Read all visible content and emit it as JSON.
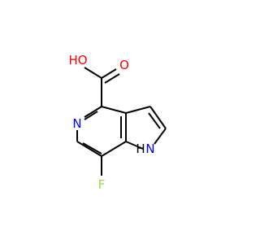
{
  "molecule": {
    "atoms": {
      "oh": "HO",
      "carbonyl_o": "O",
      "ring_n": "N",
      "nh": "N",
      "nh_h": "H",
      "f": "F"
    },
    "colors": {
      "oxygen": "#ff0000",
      "nitrogen": "#0000ff",
      "fluorine": "#90e050",
      "bond": "#000000",
      "hydrogen": "#000000"
    }
  }
}
